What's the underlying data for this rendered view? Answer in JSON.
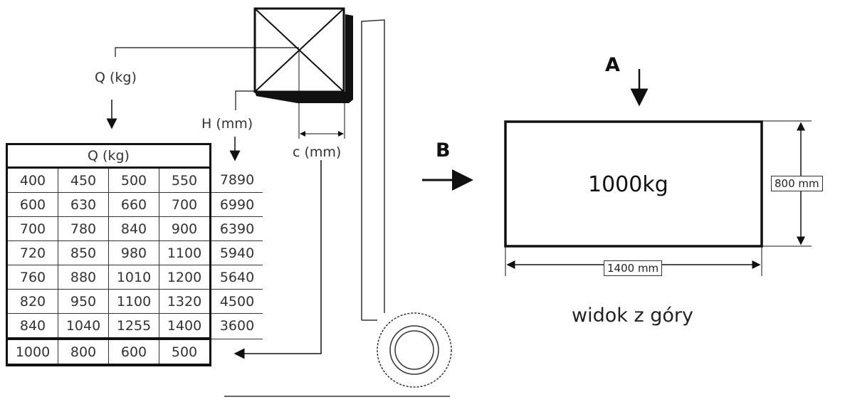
{
  "side_view": {
    "q_label": "Q (kg)",
    "h_label": "H (mm)",
    "c_label": "c (mm)",
    "table": {
      "header": "Q (kg)",
      "rows": [
        {
          "q": [
            "400",
            "450",
            "500",
            "550"
          ],
          "h": "7890"
        },
        {
          "q": [
            "600",
            "630",
            "660",
            "700"
          ],
          "h": "6990"
        },
        {
          "q": [
            "700",
            "780",
            "840",
            "900"
          ],
          "h": "6390"
        },
        {
          "q": [
            "720",
            "850",
            "980",
            "1100"
          ],
          "h": "5940"
        },
        {
          "q": [
            "760",
            "880",
            "1010",
            "1200"
          ],
          "h": "5640"
        },
        {
          "q": [
            "820",
            "950",
            "1100",
            "1320"
          ],
          "h": "4500"
        },
        {
          "q": [
            "840",
            "1040",
            "1255",
            "1400"
          ],
          "h": "3600"
        }
      ],
      "c_row": [
        "1000",
        "800",
        "600",
        "500"
      ]
    }
  },
  "top_view": {
    "label_a": "A",
    "label_b": "B",
    "load": "1000kg",
    "width_label": "800 mm",
    "length_label": "1400 mm",
    "caption": "widok z góry"
  }
}
